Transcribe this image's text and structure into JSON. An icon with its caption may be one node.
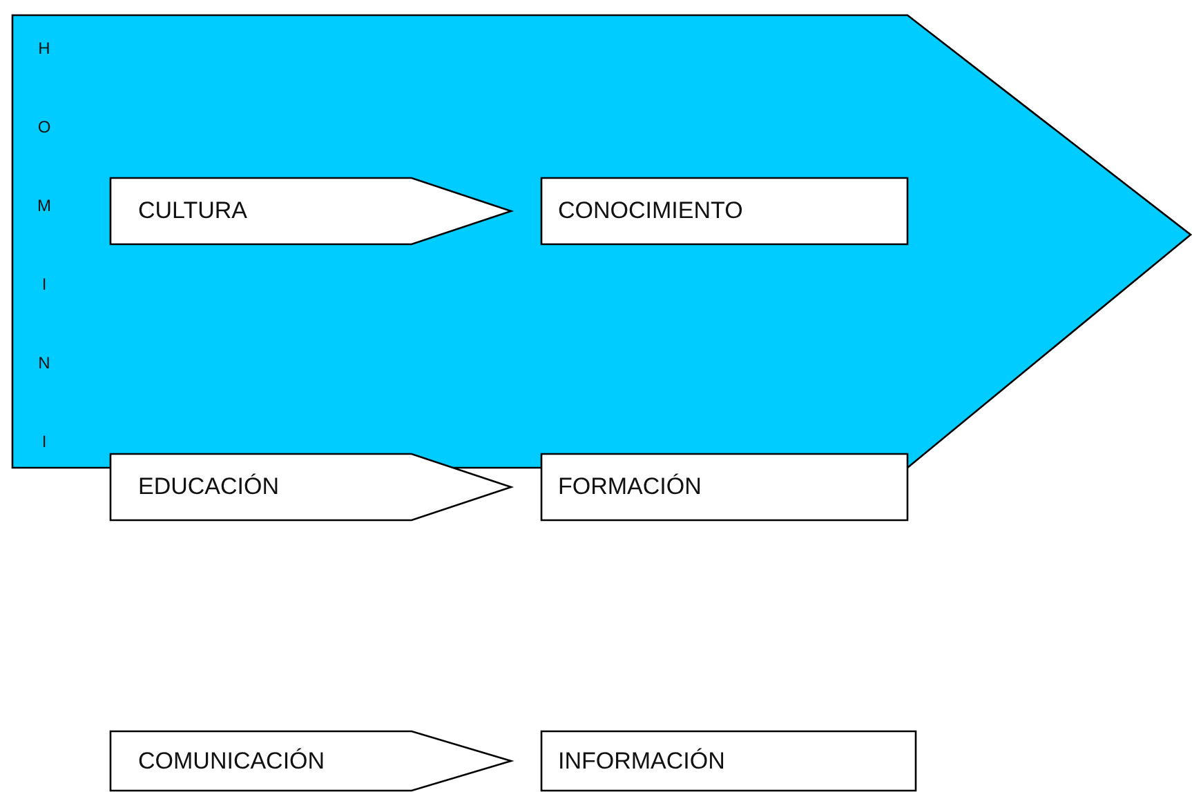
{
  "diagram": {
    "nodes": [
      {
        "text": [
          "HOMINI"
        ]
      },
      {
        "text": [
          "CULTURA"
        ],
        "in": 0
      },
      {
        "text": [
          "CONOCIMIENTO"
        ],
        "in": 0
      },
      {
        "text": [
          "EDUCACIÓN"
        ]
      },
      {
        "text": [
          "FORMACIÓN"
        ]
      },
      {
        "text": [
          "COMUNICACIÓN"
        ]
      },
      {
        "text": [
          "INFORMACIÓN"
        ]
      }
    ]
  }
}
